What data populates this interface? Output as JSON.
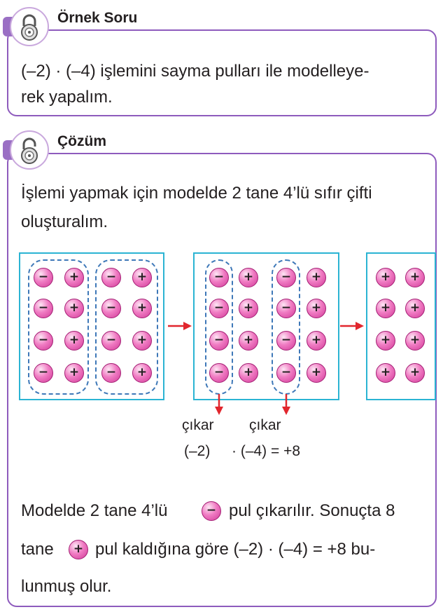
{
  "example": {
    "title": "Örnek Soru",
    "text_line1": "(–2) · (–4) işlemini sayma pulları ile modelleye-",
    "text_line2": "rek yapalım."
  },
  "solution": {
    "title": "Çözüm",
    "intro_line1": "İşlemi yapmak için modelde 2 tane 4’lü sıfır çifti",
    "intro_line2": "oluşturalım.",
    "remove_label_1": "çıkar",
    "remove_label_2": "çıkar",
    "equation_left": "(–2)",
    "equation_right": "·  (–4) = +8",
    "conclusion_1a": "Modelde 2 tane 4’lü",
    "conclusion_1b": "pul çıkarılır. Sonuçta 8",
    "conclusion_2a": "tane",
    "conclusion_2b": "pul kaldığına göre (–2) · (–4) = +8 bu-",
    "conclusion_3": "lunmuş olur."
  },
  "chips": {
    "minus": "−",
    "plus": "+"
  },
  "colors": {
    "accent": "#8e5bbd",
    "panel_border": "#2bb4d3",
    "arrow": "#e1262d",
    "dashed": "#3e78b8",
    "chip": "#f07cc3"
  },
  "icons": [
    "lock-icon",
    "unlock-icon",
    "red-arrow-icon"
  ]
}
